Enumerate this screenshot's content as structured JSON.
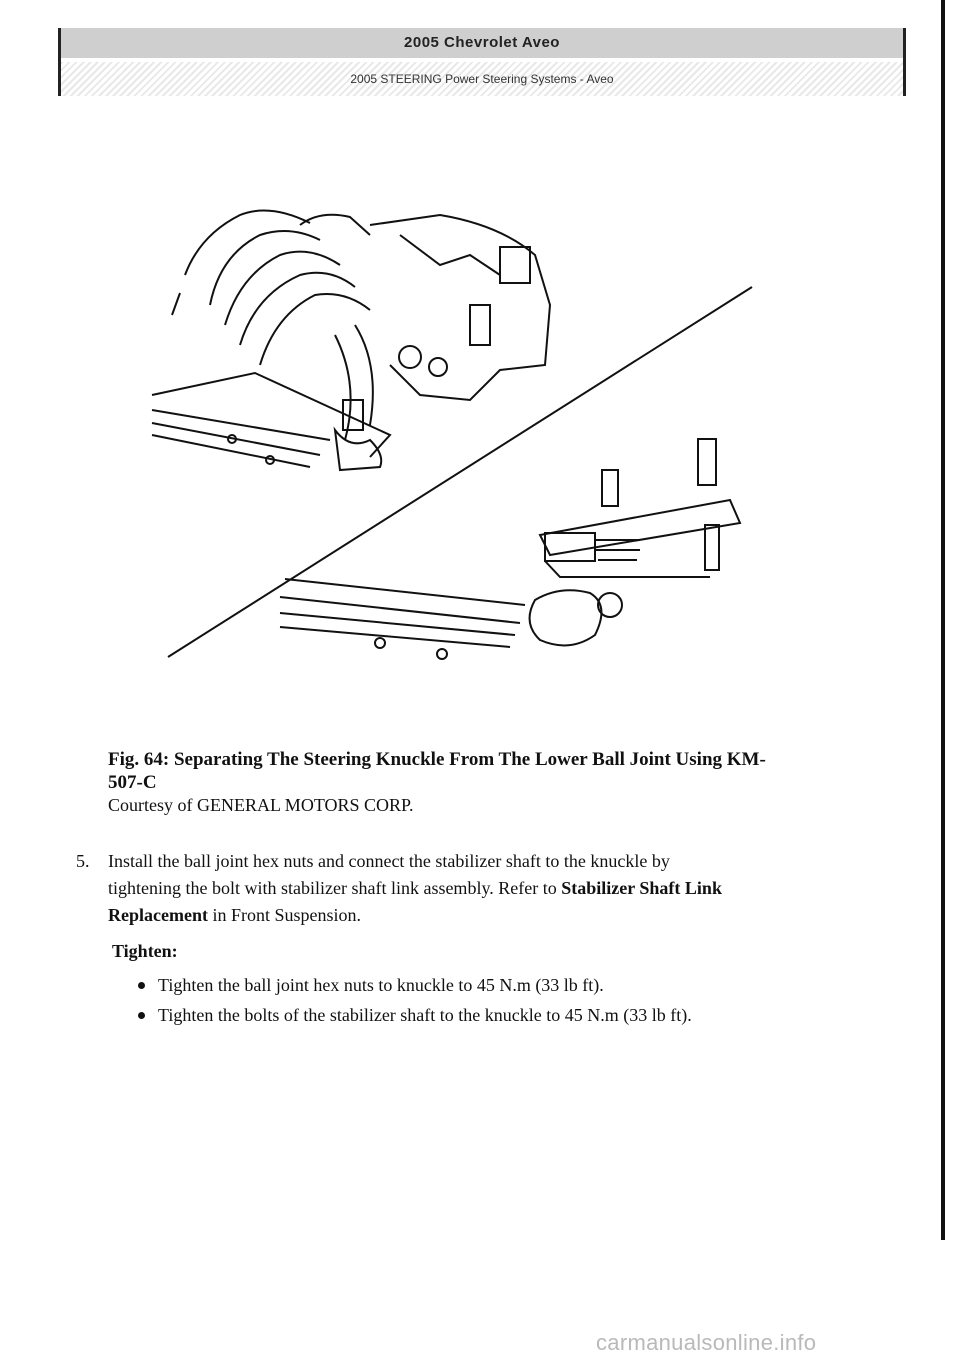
{
  "header": {
    "title": "2005 Chevrolet Aveo",
    "subtitle": "2005 STEERING Power Steering Systems - Aveo"
  },
  "figure": {
    "caption_line1": "Fig. 64: Separating The Steering Knuckle From The Lower Ball Joint Using KM-",
    "caption_line2": "507-C",
    "courtesy": "Courtesy of GENERAL MOTORS CORP."
  },
  "step": {
    "number": "5.",
    "text_line1": "Install the ball joint hex nuts and connect the stabilizer shaft to the knuckle by",
    "text_line2_prefix": "tightening the bolt with stabilizer shaft link assembly. Refer to ",
    "link1": "Stabilizer Shaft Link",
    "link2": "Replacement",
    "text_suffix": " in Front Suspension."
  },
  "tighten": {
    "label": "Tighten:",
    "items": [
      "Tighten the ball joint hex nuts to knuckle to 45 N.m (33 lb ft).",
      "Tighten the bolts of the stabilizer shaft to the knuckle to 45 N.m (33 lb ft)."
    ]
  },
  "watermark": "carmanualsonline.info"
}
